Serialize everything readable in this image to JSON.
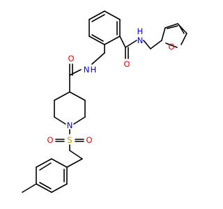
{
  "molecule": {
    "atom_labels": [
      {
        "id": "o_furan",
        "text": "O",
        "color": "#ff0000"
      },
      {
        "id": "n_amide_top",
        "text": "H",
        "color": "#0000ff"
      },
      {
        "id": "n_amide_top_n",
        "text": "N",
        "color": "#0000ff"
      },
      {
        "id": "o_amide_top",
        "text": "O",
        "color": "#ff0000"
      },
      {
        "id": "n_amide_mid_n",
        "text": "N",
        "color": "#0000ff"
      },
      {
        "id": "n_amide_mid_h",
        "text": "H",
        "color": "#0000ff"
      },
      {
        "id": "o_amide_mid",
        "text": "O",
        "color": "#ff0000"
      },
      {
        "id": "n_piperidine",
        "text": "N",
        "color": "#0000ff"
      },
      {
        "id": "s_sulfonyl",
        "text": "S",
        "color": "#b8a000"
      },
      {
        "id": "o_sulfonyl_left",
        "text": "O",
        "color": "#ff0000"
      },
      {
        "id": "o_sulfonyl_right",
        "text": "O",
        "color": "#ff0000"
      }
    ]
  }
}
